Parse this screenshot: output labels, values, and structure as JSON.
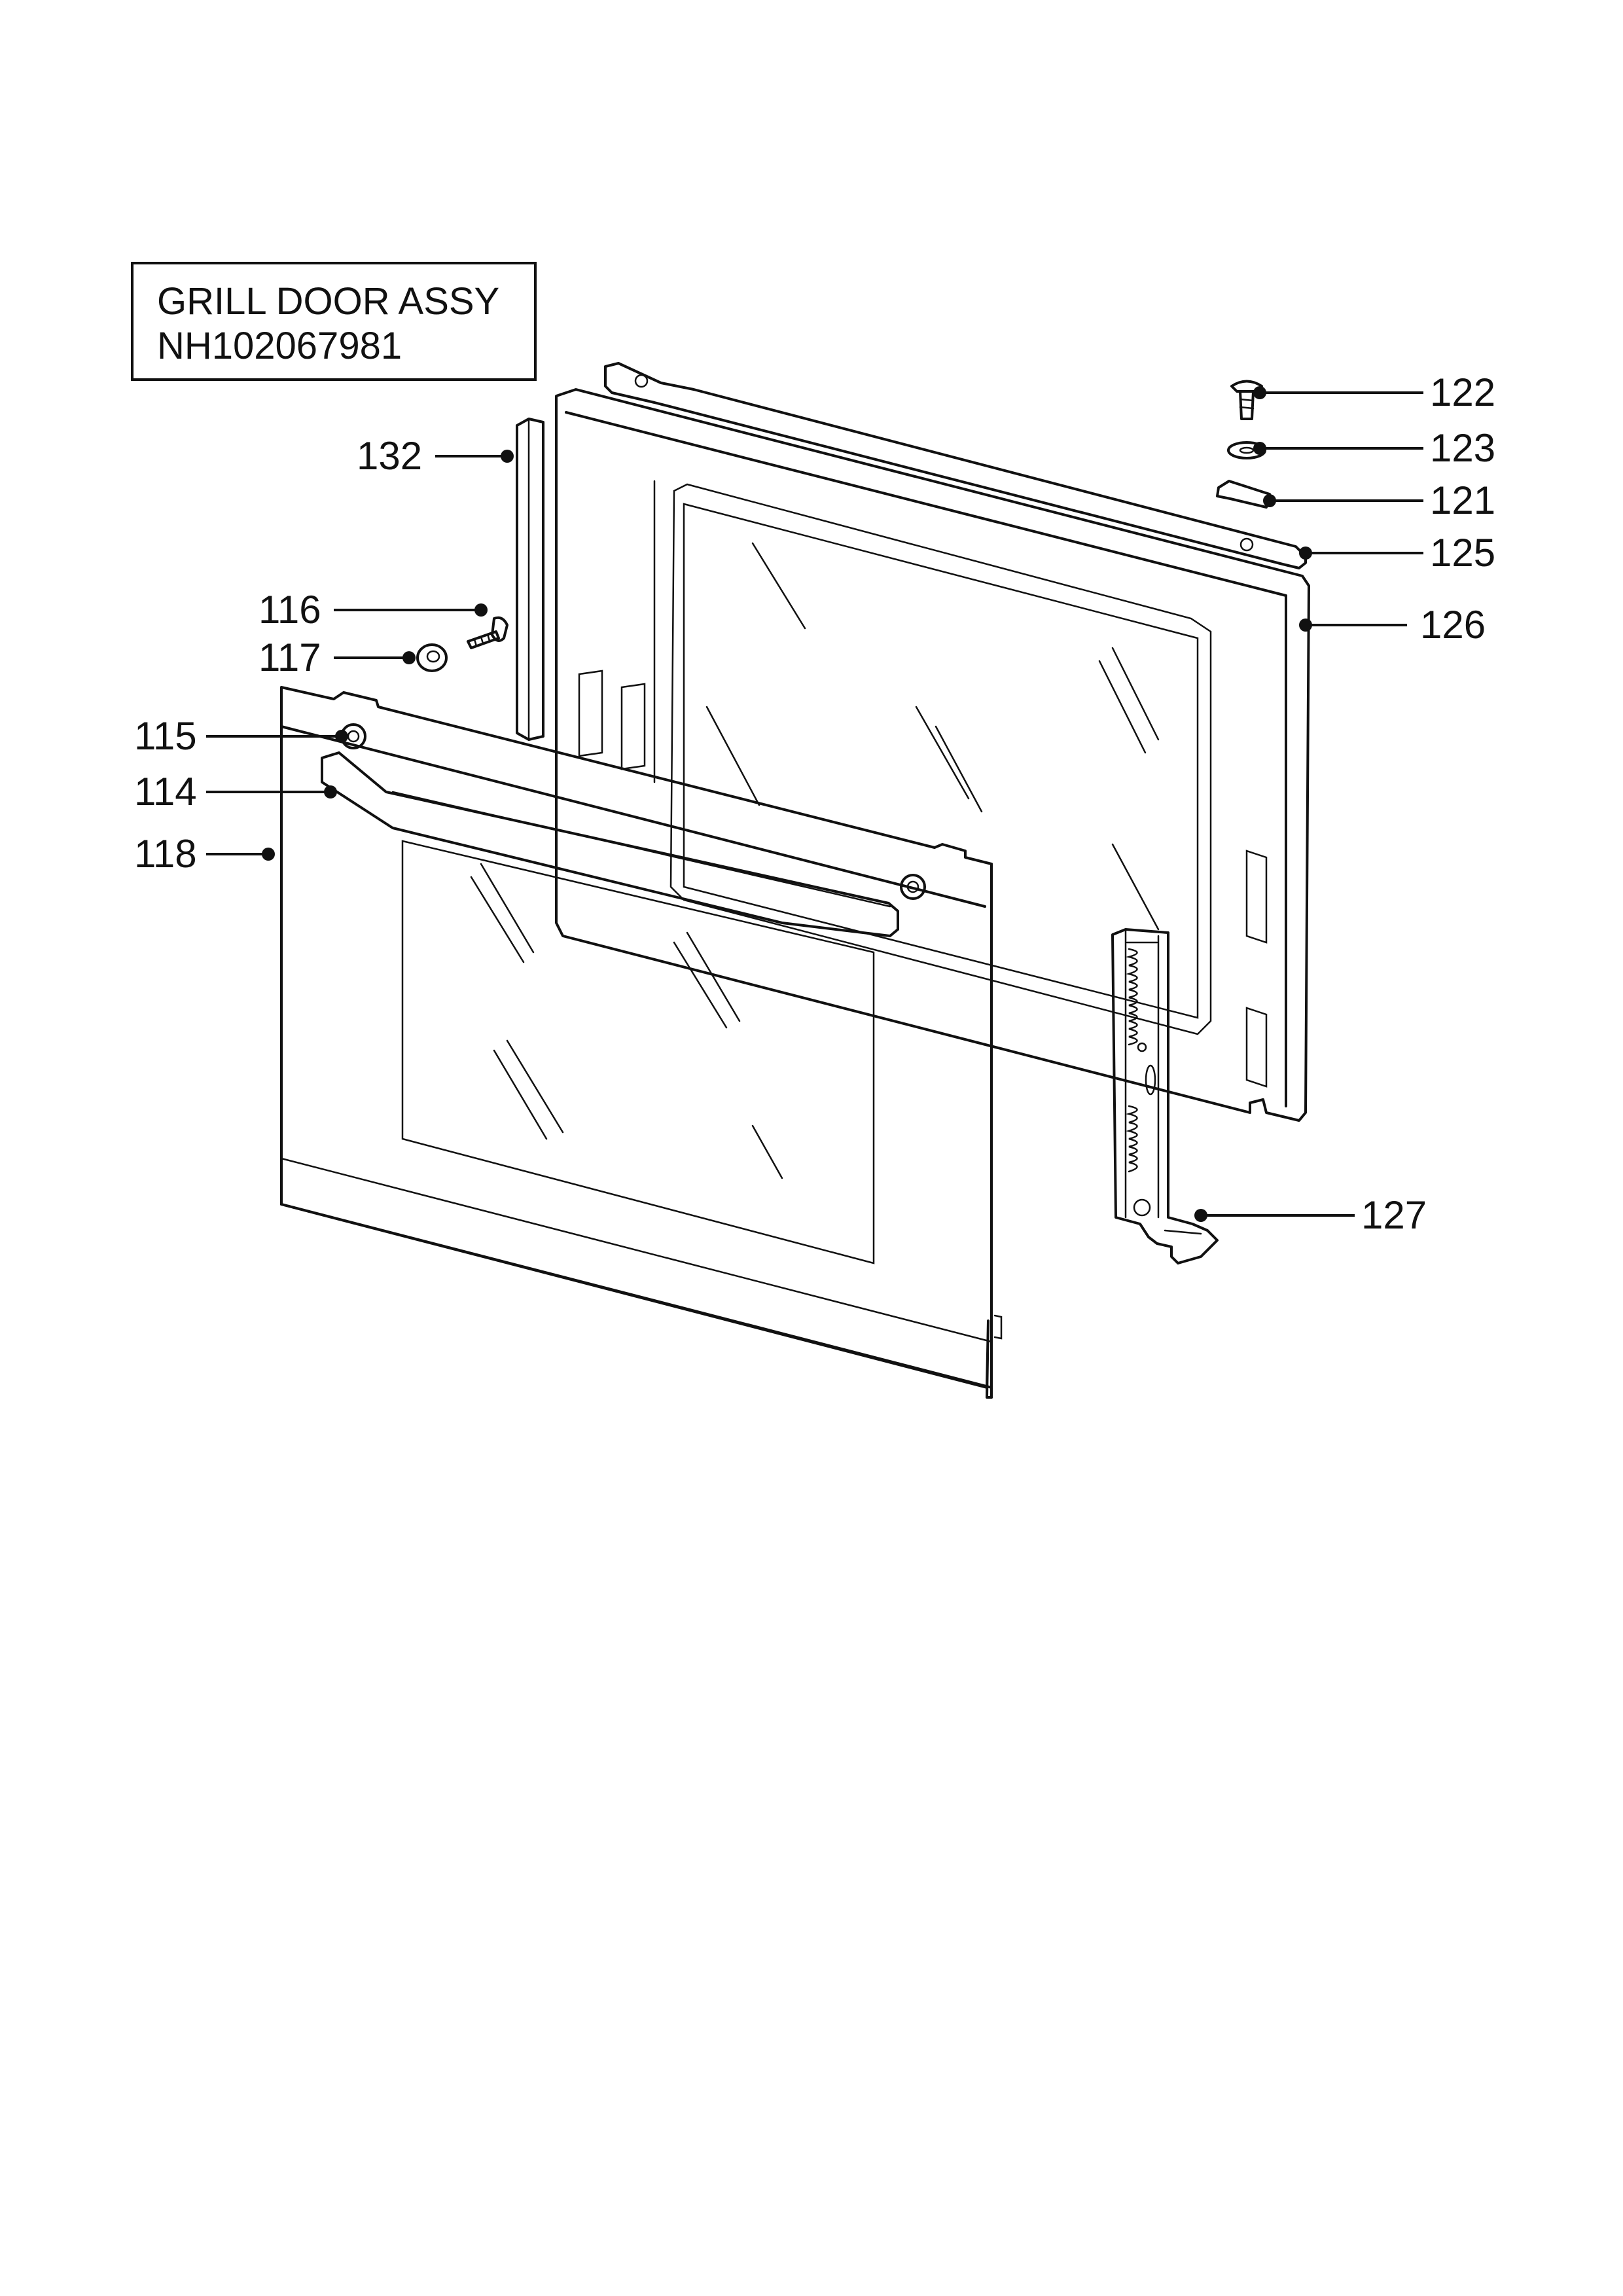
{
  "title": {
    "line1": "GRILL DOOR ASSY",
    "line2": "NH102067981"
  },
  "callouts": [
    {
      "id": "c122",
      "label": "122"
    },
    {
      "id": "c123",
      "label": "123"
    },
    {
      "id": "c121",
      "label": "121"
    },
    {
      "id": "c125",
      "label": "125"
    },
    {
      "id": "c126",
      "label": "126"
    },
    {
      "id": "c132",
      "label": "132"
    },
    {
      "id": "c116",
      "label": "116"
    },
    {
      "id": "c117",
      "label": "117"
    },
    {
      "id": "c115",
      "label": "115"
    },
    {
      "id": "c114",
      "label": "114"
    },
    {
      "id": "c118",
      "label": "118"
    },
    {
      "id": "c127",
      "label": "127"
    }
  ]
}
